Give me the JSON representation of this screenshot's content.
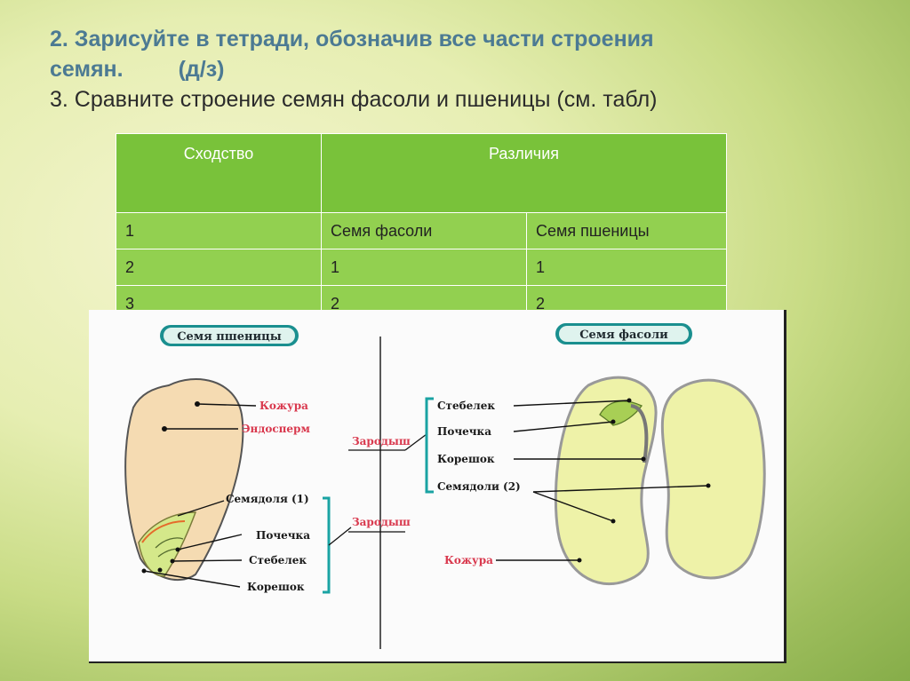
{
  "task": {
    "line1": "2. Зарисуйте в тетради, обозначив  все части строения",
    "line2": "семян.",
    "homework": "(д/з)",
    "line3": "3. Сравните строение семян фасоли и пшеницы (см. табл)"
  },
  "table": {
    "header_similarity": "Сходство",
    "header_differences": "Различия",
    "rows": [
      [
        "1",
        "Семя фасоли",
        "Семя пшеницы"
      ],
      [
        "2",
        "1",
        "1"
      ],
      [
        "3",
        "2",
        "2"
      ]
    ]
  },
  "wheat": {
    "title": "Семя пшеницы",
    "kozhura": "Кожура",
    "endosperm": "Эндосперм",
    "semyadolya": "Семядоля (1)",
    "pochechka": "Почечка",
    "stebelek": "Стебелек",
    "koreshok": "Корешок",
    "zarodysh": "Зародыш"
  },
  "bean": {
    "title": "Семя фасоли",
    "stebelek": "Стебелек",
    "pochechka": "Почечка",
    "koreshok": "Корешок",
    "semyadoli": "Семядоли (2)",
    "kozhura": "Кожура",
    "zarodysh": "Зародыш"
  },
  "colors": {
    "table_header": "#79c23a",
    "table_cell": "#92d050",
    "label_red": "#d9394e",
    "bracket_teal": "#1aa3a3"
  }
}
